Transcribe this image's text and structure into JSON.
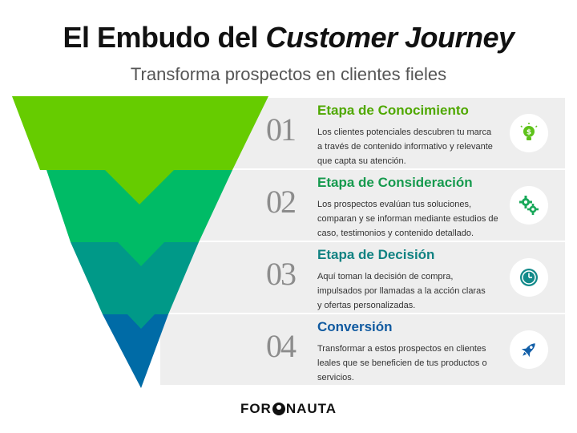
{
  "header": {
    "title_plain": "El Embudo del ",
    "title_italic": "Customer Journey",
    "subtitle": "Transforma prospectos en clientes fieles"
  },
  "stages": [
    {
      "number": "01",
      "title": "Etapa de Conocimiento",
      "description_lines": [
        "Los clientes potenciales descubren tu marca",
        "a través de contenido informativo y relevante",
        "que capta su atención."
      ],
      "icon": "lightbulb-dollar-icon",
      "color": "#5ec21a"
    },
    {
      "number": "02",
      "title": "Etapa de Consideración",
      "description_lines": [
        "Los prospectos evalúan tus soluciones,",
        "comparan y se informan mediante estudios de",
        "caso, testimonios y contenido detallado."
      ],
      "icon": "gears-icon",
      "color": "#19a85a"
    },
    {
      "number": "03",
      "title": "Etapa de Decisión",
      "description_lines": [
        "Aquí toman la decisión de compra,",
        "impulsados por llamadas a la acción claras",
        "y ofertas personalizadas."
      ],
      "icon": "clock-icon",
      "color": "#128a8a"
    },
    {
      "number": "04",
      "title": "Conversión",
      "description_lines": [
        "Transformar a estos prospectos en clientes",
        "leales que se beneficien de tus productos o",
        "servicios."
      ],
      "icon": "rocket-icon",
      "color": "#125fa8"
    }
  ],
  "funnel_colors": [
    "#66cc00",
    "#00bb66",
    "#009988",
    "#006ba6"
  ],
  "logo": {
    "part1": "FOR",
    "part2": "NAUTA"
  }
}
